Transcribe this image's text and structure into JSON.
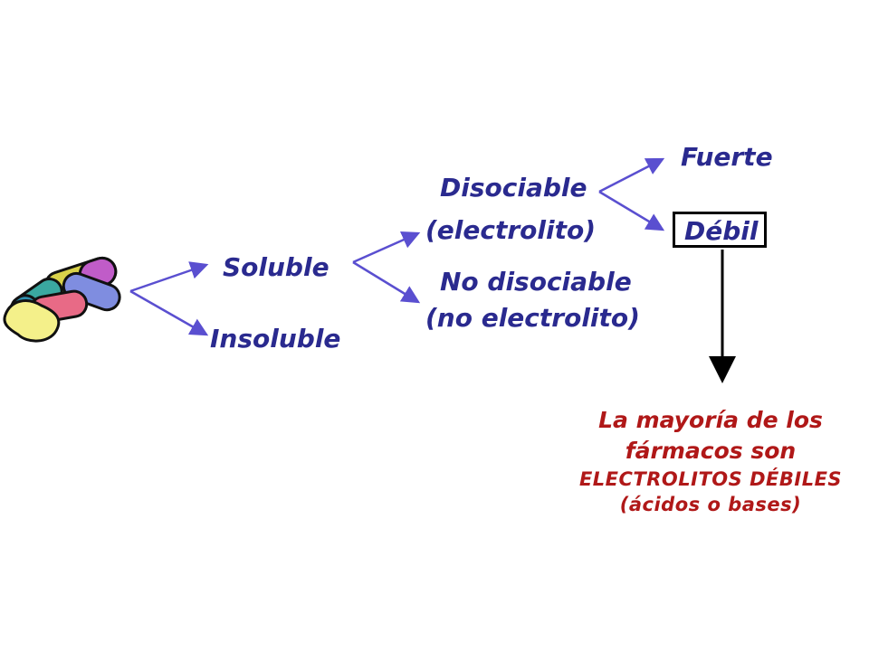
{
  "nodes": {
    "soluble": "Soluble",
    "insoluble": "Insoluble",
    "disociable": "Disociable",
    "electrolito": "(electrolito)",
    "no_disociable": "No disociable",
    "no_electrolito": "(no electrolito)",
    "fuerte": "Fuerte",
    "debil": "Débil"
  },
  "note": {
    "line1": "La mayoría de los",
    "line2": "fármacos son",
    "line3": "ELECTROLITOS DÉBILES",
    "line4": "(ácidos o bases)"
  },
  "icons": {
    "pills": "pills-clipart-icon"
  },
  "colors": {
    "label": "#2a2a8f",
    "note": "#b01818",
    "arrow": "#5a4fd0"
  }
}
